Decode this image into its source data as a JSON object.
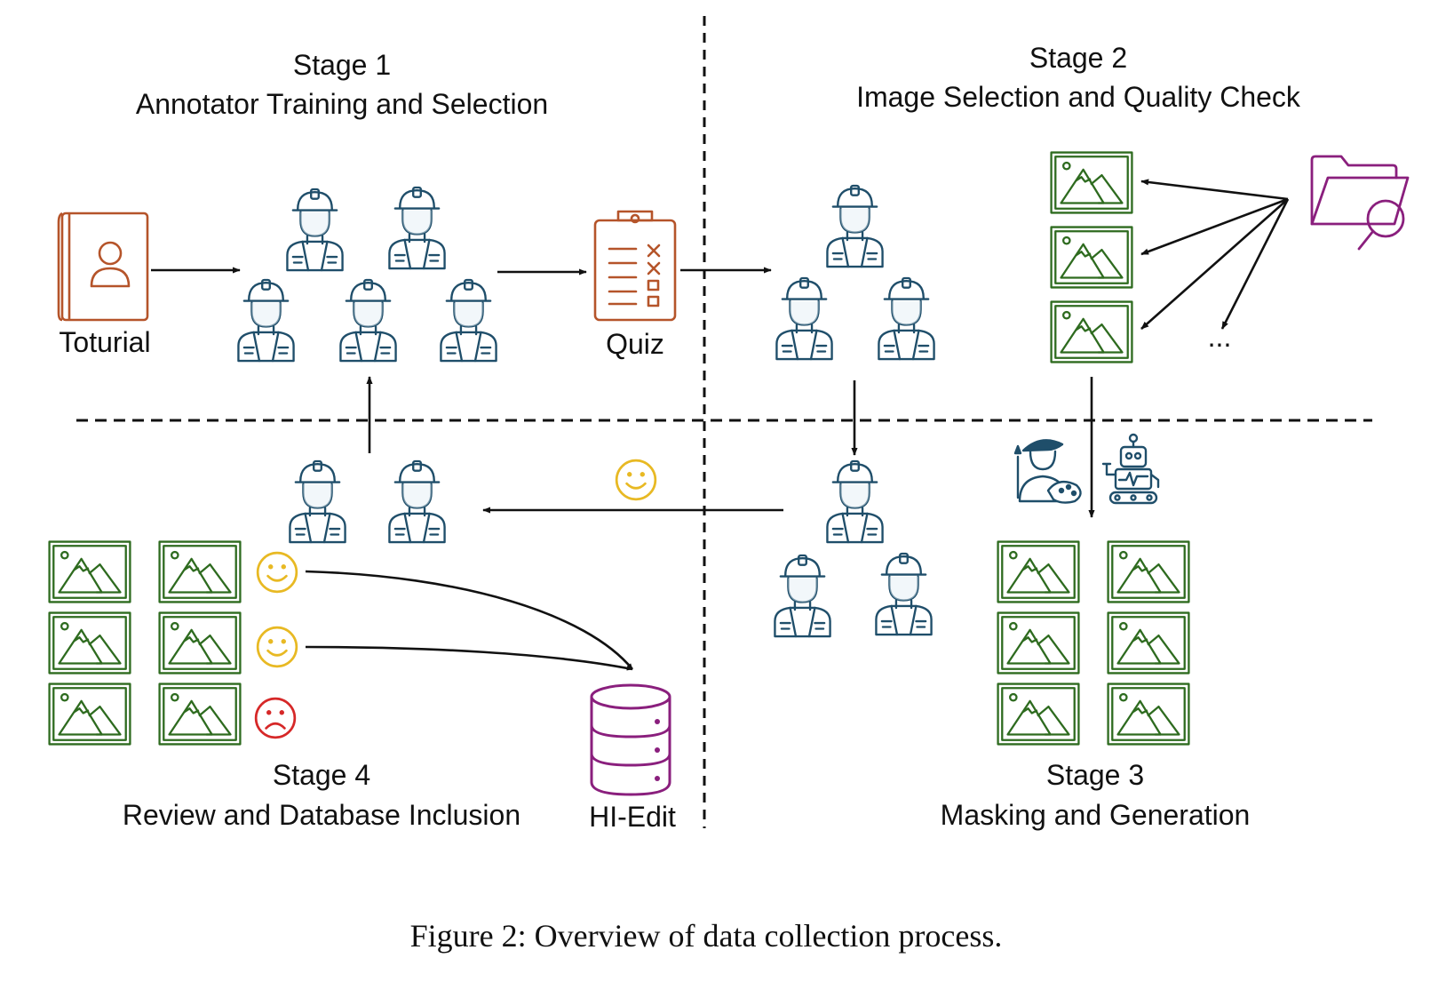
{
  "stages": [
    {
      "number_label": "Stage 1",
      "title": "Annotator Training and Selection"
    },
    {
      "number_label": "Stage 2",
      "title": "Image Selection and Quality Check"
    },
    {
      "number_label": "Stage 3",
      "title": "Masking and Generation"
    },
    {
      "number_label": "Stage 4",
      "title": "Review and Database Inclusion"
    }
  ],
  "labels": {
    "tutorial": "Toturial",
    "quiz": "Quiz",
    "ellipsis": "...",
    "database": "HI-Edit"
  },
  "caption": "Figure 2: Overview of data collection process.",
  "colors": {
    "worker": "#1f4e6a",
    "image": "#2e6b1f",
    "tutorial": "#b5542a",
    "folder": "#8a1f7d",
    "database": "#8a1f7d",
    "happy": "#e8b923",
    "sad": "#d62828",
    "line": "#111111"
  },
  "icons": [
    "book-user-icon",
    "worker-icon",
    "clipboard-quiz-icon",
    "image-icon",
    "folder-search-icon",
    "artist-icon",
    "robot-icon",
    "happy-face-icon",
    "sad-face-icon",
    "database-icon"
  ]
}
